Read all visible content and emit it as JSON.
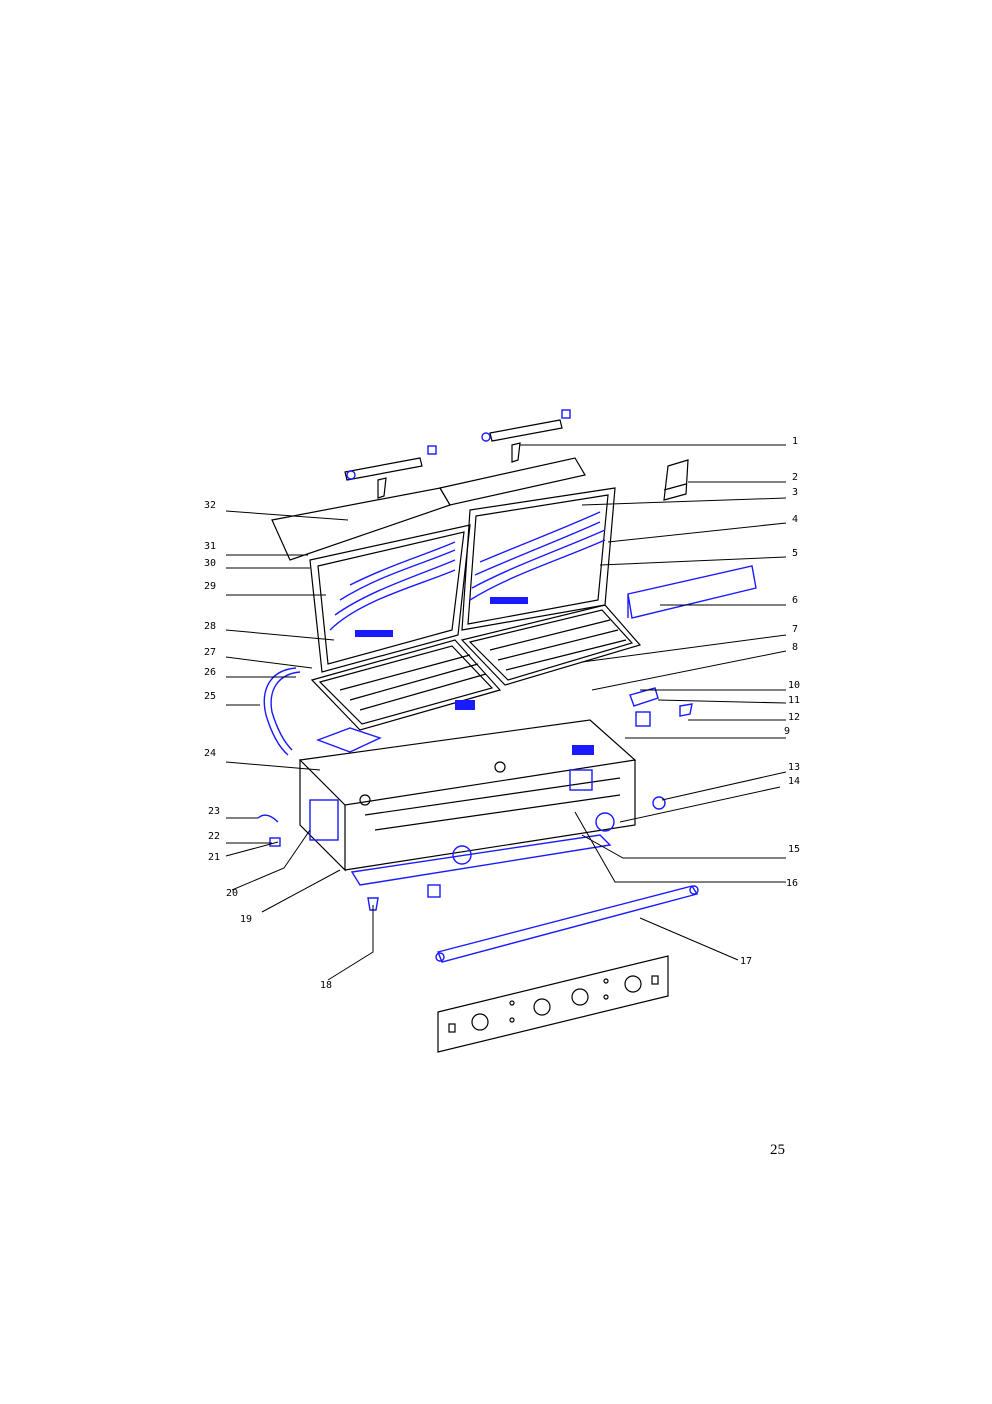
{
  "diagram": {
    "callouts": [
      "1",
      "2",
      "3",
      "4",
      "5",
      "6",
      "7",
      "8",
      "9",
      "10",
      "11",
      "12",
      "13",
      "14",
      "15",
      "16",
      "17",
      "18",
      "19",
      "20",
      "21",
      "22",
      "23",
      "24",
      "25",
      "26",
      "27",
      "28",
      "29",
      "30",
      "31",
      "32"
    ],
    "colors": {
      "ink": "#000000",
      "parts": "#1a1aff"
    }
  },
  "page_number": "25"
}
